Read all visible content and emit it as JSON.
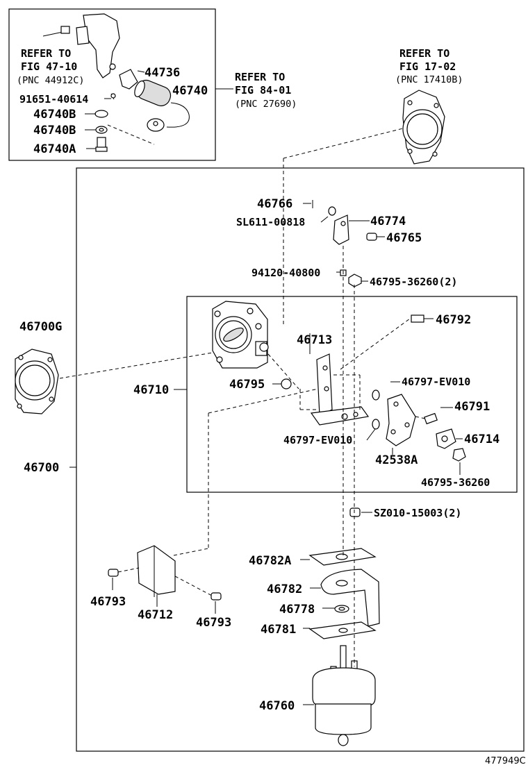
{
  "figure_id": "477949C",
  "refs": {
    "fig47": {
      "l1": "REFER TO",
      "l2": "FIG 47-10",
      "l3": "(PNC 44912C)"
    },
    "fig84": {
      "l1": "REFER TO",
      "l2": "FIG 84-01",
      "l3": "(PNC 27690)"
    },
    "fig17": {
      "l1": "REFER TO",
      "l2": "FIG 17-02",
      "l3": "(PNC 17410B)"
    }
  },
  "labels": {
    "p44736": "44736",
    "p46740": "46740",
    "p91651": "91651-40614",
    "p46740B_1": "46740B",
    "p46740B_2": "46740B",
    "p46740A": "46740A",
    "p46766": "46766",
    "pSL611": "SL611-00818",
    "p46774": "46774",
    "p46765": "46765",
    "p94120": "94120-40800",
    "p46795_36260_2": "46795-36260(2)",
    "p46700G": "46700G",
    "p46713": "46713",
    "p46792": "46792",
    "p46710": "46710",
    "p46795": "46795",
    "p46797_EV010_a": "46797-EV010",
    "p46791": "46791",
    "p46797_EV010_b": "46797-EV010",
    "p46714": "46714",
    "p42538A": "42538A",
    "p46795_36260": "46795-36260",
    "p46700": "46700",
    "pSZ010": "SZ010-15003(2)",
    "p46782A": "46782A",
    "p46782": "46782",
    "p46778": "46778",
    "p46781": "46781",
    "p46793_a": "46793",
    "p46712": "46712",
    "p46793_b": "46793",
    "p46760": "46760"
  }
}
